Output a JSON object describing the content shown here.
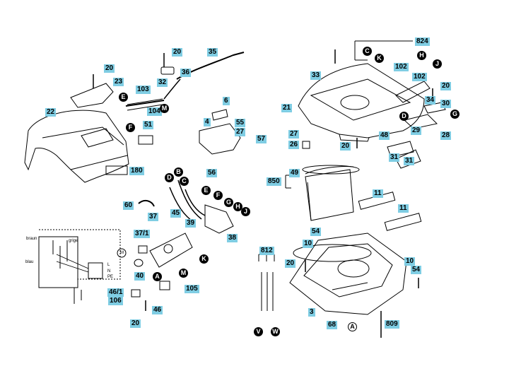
{
  "parts": [
    "824",
    "20",
    "20",
    "35",
    "23",
    "36",
    "103",
    "32",
    "22",
    "104",
    "51",
    "6",
    "55",
    "27",
    "4",
    "57",
    "180",
    "56",
    "102",
    "102",
    "21",
    "33",
    "20",
    "34",
    "30",
    "29",
    "28",
    "27",
    "26",
    "48",
    "20",
    "31",
    "31",
    "49",
    "850",
    "11",
    "11",
    "60",
    "45",
    "37/1",
    "39",
    "38",
    "54",
    "10",
    "10",
    "812",
    "20",
    "54",
    "40",
    "105",
    "46/1",
    "106",
    "46",
    "20",
    "3",
    "68",
    "809",
    "37"
  ],
  "markers": [
    "C",
    "H",
    "K",
    "J",
    "E",
    "M",
    "F",
    "D",
    "G",
    "B",
    "C",
    "D",
    "E",
    "F",
    "G",
    "H",
    "J",
    "K",
    "A",
    "M",
    "V",
    "W",
    "A"
  ],
  "wiring": {
    "braun": "braun",
    "grige": "grige",
    "blau": "blau",
    "L": "L",
    "N": "N",
    "PE": "PE",
    "M": "M"
  }
}
